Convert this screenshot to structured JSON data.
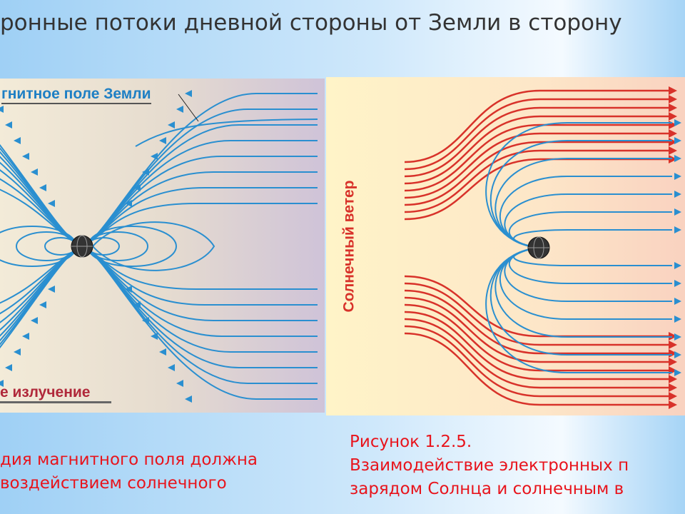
{
  "slide_title": "ронные потоки дневной стороны от Земли в сторону",
  "left_figure": {
    "label_top": "гнитное поле Земли",
    "label_bottom": "е излучение",
    "field_color": "#2a8fd0",
    "label_top_color": "#1e7fc4",
    "label_bottom_color": "#b0283a"
  },
  "right_figure": {
    "vertical_label": "Солнечный ветер",
    "solar_wind_color": "#d8322a",
    "field_color": "#2a8fd0"
  },
  "left_caption": [
    "дия магнитного поля должна",
    " воздействием солнечного"
  ],
  "right_caption": [
    "Рисунок 1.2.5.",
    "Взаимодействие электронных п",
    "зарядом Солнца и солнечным в"
  ]
}
